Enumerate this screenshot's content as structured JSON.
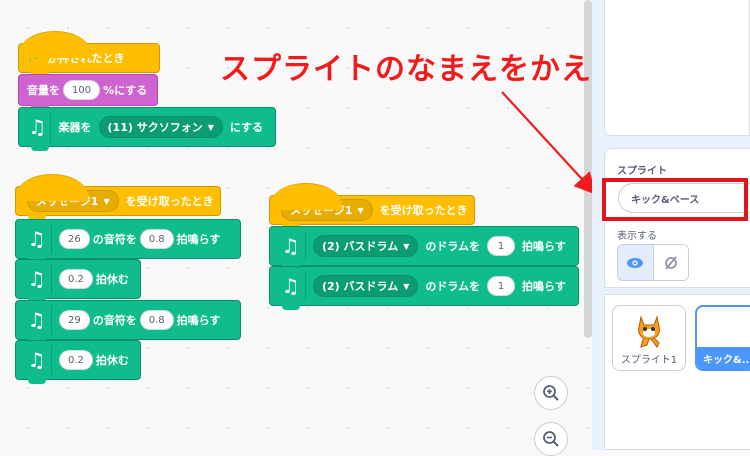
{
  "annotation": {
    "text": "スプライトのなまえをかえましょう"
  },
  "scripts": {
    "script1": {
      "hat_label": "が押されたとき",
      "volume": {
        "prefix": "音量を",
        "value": "100",
        "suffix": "%にする"
      },
      "instrument": {
        "prefix": "楽器を",
        "value": "(11) サクソフォン",
        "suffix": "にする"
      }
    },
    "script2": {
      "hat_dropdown": "メッセージ1",
      "hat_label": "を受け取ったとき",
      "note1": {
        "note": "26",
        "mid": "の音符を",
        "beats": "0.8",
        "suffix": "拍鳴らす"
      },
      "rest1": {
        "beats": "0.2",
        "suffix": "拍休む"
      },
      "note2": {
        "note": "29",
        "mid": "の音符を",
        "beats": "0.8",
        "suffix": "拍鳴らす"
      },
      "rest2": {
        "beats": "0.2",
        "suffix": "拍休む"
      }
    },
    "script3": {
      "hat_dropdown": "メッセージ1",
      "hat_label": "を受け取ったとき",
      "drum1": {
        "drum": "(2) バスドラム",
        "mid": "のドラムを",
        "beats": "1",
        "suffix": "拍鳴らす"
      },
      "drum2": {
        "drum": "(2) バスドラム",
        "mid": "のドラムを",
        "beats": "1",
        "suffix": "拍鳴らす"
      }
    }
  },
  "sprite_info": {
    "sprite_label": "スプライト",
    "name_value": "キック&ベース",
    "show_label": "表示する"
  },
  "sprite_list": {
    "items": [
      {
        "label": "スプライト1"
      },
      {
        "label": "キック&..."
      }
    ]
  },
  "colors": {
    "events": "#ffbf00",
    "sound": "#cf63cf",
    "music": "#0fbd8c",
    "highlight": "#e3141a",
    "annotation": "#f21b1b",
    "selected": "#4c97ff"
  },
  "icons": [
    "green-flag-icon",
    "music-note-icon",
    "zoom-in-icon",
    "zoom-out-icon",
    "eye-icon",
    "eye-slash-icon",
    "cat-sprite-icon"
  ]
}
